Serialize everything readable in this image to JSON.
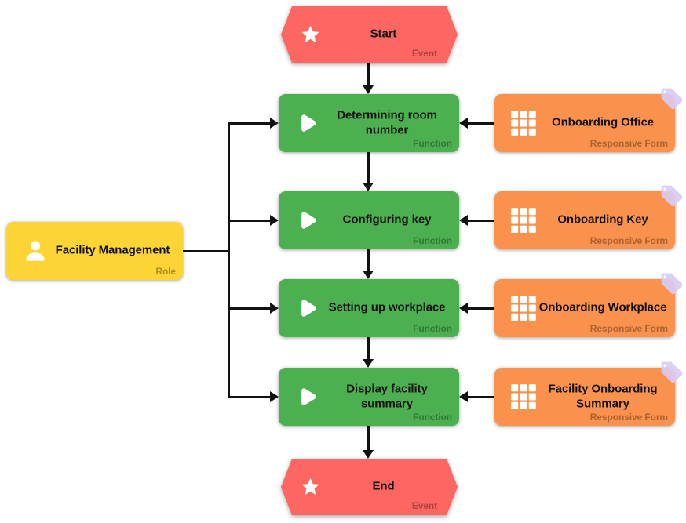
{
  "colors": {
    "event": "#fd6661",
    "function": "#4caf50",
    "form": "#fa924d",
    "role": "#fdd435",
    "tag": "#d9cbf3",
    "line": "#111111",
    "label": "#111111",
    "type_label": "rgba(0,0,0,0.33)"
  },
  "nodes": {
    "start": {
      "label": "Start",
      "type_label": "Event",
      "icon": "star-icon"
    },
    "end": {
      "label": "End",
      "type_label": "Event",
      "icon": "star-icon"
    },
    "role": {
      "label": "Facility Management",
      "type_label": "Role",
      "icon": "person-icon"
    },
    "functions": [
      {
        "label": "Determining room number",
        "type_label": "Function",
        "icon": "play-icon"
      },
      {
        "label": "Configuring key",
        "type_label": "Function",
        "icon": "play-icon"
      },
      {
        "label": "Setting up workplace",
        "type_label": "Function",
        "icon": "play-icon"
      },
      {
        "label": "Display facility summary",
        "type_label": "Function",
        "icon": "play-icon"
      }
    ],
    "forms": [
      {
        "label": "Onboarding Office",
        "type_label": "Responsive Form",
        "icon": "grid-icon",
        "corner_icon": "tag-icon"
      },
      {
        "label": "Onboarding Key",
        "type_label": "Responsive Form",
        "icon": "grid-icon",
        "corner_icon": "tag-icon"
      },
      {
        "label": "Onboarding Workplace",
        "type_label": "Responsive Form",
        "icon": "grid-icon",
        "corner_icon": "tag-icon"
      },
      {
        "label": "Facility Onboarding Summary",
        "type_label": "Responsive Form",
        "icon": "grid-icon",
        "corner_icon": "tag-icon"
      }
    ]
  }
}
